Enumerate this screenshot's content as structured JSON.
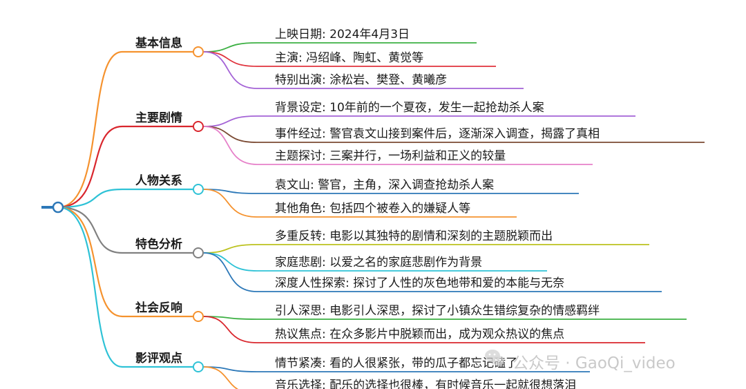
{
  "mindmap": {
    "branches": [
      {
        "label": "基本信息",
        "color": "#F5922E",
        "leaves": [
          {
            "text": "上映日期: 2024年4月3日",
            "color": "#3CB043"
          },
          {
            "text": "主演: 冯绍峰、陶虹、黄觉等",
            "color": "#E0323C"
          },
          {
            "text": "特别出演: 涂松岩、樊登、黄曦彦",
            "color": "#A463D6"
          }
        ]
      },
      {
        "label": "主要剧情",
        "color": "#D9262D",
        "leaves": [
          {
            "text": "背景设定: 10年前的一个夏夜，发生一起抢劫杀人案",
            "color": "#A463D6"
          },
          {
            "text": "事件经过: 警官袁文山接到案件后，逐渐深入调查，揭露了真相",
            "color": "#7B4A33"
          },
          {
            "text": "主题探讨: 三案并行，一场利益和正义的较量",
            "color": "#E680C9"
          }
        ]
      },
      {
        "label": "人物关系",
        "color": "#2EC2D6",
        "leaves": [
          {
            "text": "袁文山: 警官，主角，深入调查抢劫杀人案",
            "color": "#2C78B8"
          },
          {
            "text": "其他角色: 包括四个被卷入的嫌疑人等",
            "color": "#F5922E"
          }
        ]
      },
      {
        "label": "特色分析",
        "color": "#808080",
        "leaves": [
          {
            "text": "多重反转: 电影以其独特的剧情和深刻的主题脱颖而出",
            "color": "#BCC21E"
          },
          {
            "text": "家庭悲剧: 以爱之名的家庭悲剧作为背景",
            "color": "#2EC2D6"
          },
          {
            "text": "深度人性探索: 探讨了人性的灰色地带和爱的本能与无奈",
            "color": "#2C78B8"
          }
        ]
      },
      {
        "label": "社会反响",
        "color": "#F5922E",
        "leaves": [
          {
            "text": "引人深思: 电影引人深思，探讨了小镇众生错综复杂的情感羁绊",
            "color": "#3CB043"
          },
          {
            "text": "热议焦点: 在众多影片中脱颖而出，成为观众热议的焦点",
            "color": "#D9262D"
          }
        ]
      },
      {
        "label": "影评观点",
        "color": "#2EC2D6",
        "leaves": [
          {
            "text": "情节紧凑: 看的人很紧张，带的瓜子都忘记磕了",
            "color": "#2C78B8"
          },
          {
            "text": "音乐选择: 配乐的选择也很棒，有时候音乐一起就很想落泪",
            "color": "#F5922E"
          }
        ]
      }
    ]
  },
  "watermark": {
    "text": "公众号 · GaoQi_video",
    "icon": "wechat-icon"
  }
}
